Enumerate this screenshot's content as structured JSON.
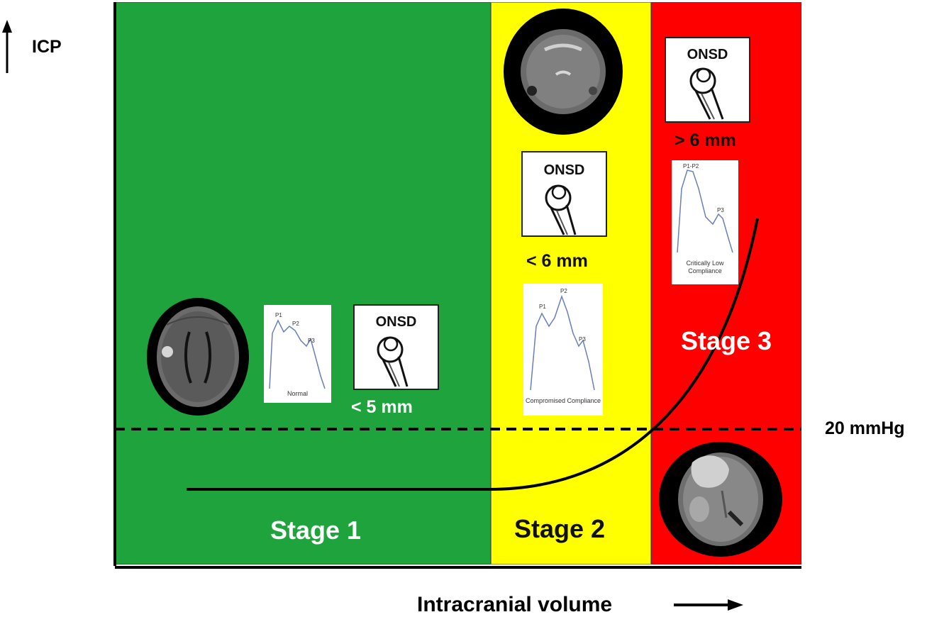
{
  "axes": {
    "y_label": "ICP",
    "x_label": "Intracranial volume",
    "threshold_label": "20 mmHg"
  },
  "stages": [
    {
      "label": "Stage 1",
      "color": "#1fa33c",
      "onsd": "< 5 mm",
      "waveform_caption": "Normal",
      "peaks": [
        "P1",
        "P2",
        "P3"
      ]
    },
    {
      "label": "Stage 2",
      "color": "#ffff00",
      "onsd": "< 6 mm",
      "waveform_caption": "Compromised Compliance",
      "peaks": [
        "P1",
        "P2",
        "P3"
      ]
    },
    {
      "label": "Stage 3",
      "color": "#ff0000",
      "onsd": "> 6 mm",
      "waveform_caption": "Critically Low Compliance",
      "peaks": [
        "P1-P2",
        "P3"
      ]
    }
  ],
  "onsd_card_label": "ONSD",
  "icons": [
    "ct-scan-normal",
    "ct-scan-swollen",
    "ct-scan-hemorrhage",
    "optic-nerve-sheath-icon",
    "icp-waveform"
  ]
}
